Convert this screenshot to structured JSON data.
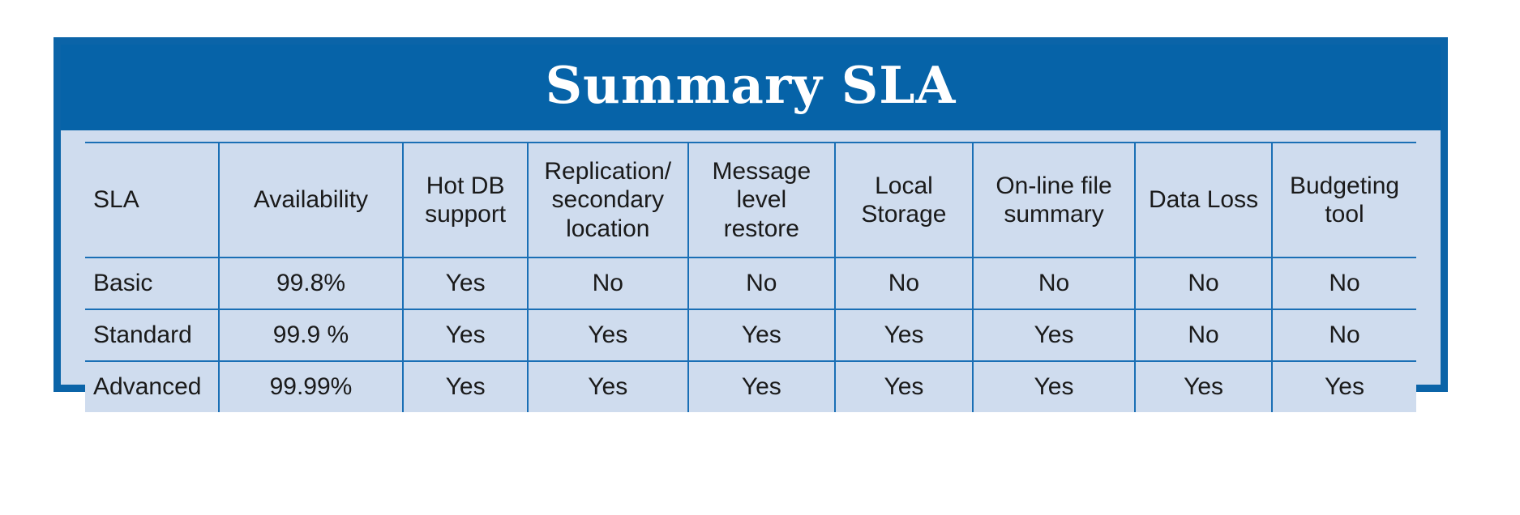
{
  "figure": {
    "title": "Summary SLA",
    "accent_color": "#0663a8",
    "frame_color": "#0b64a8",
    "panel_color": "#cfdcee",
    "grid_color": "#1a6fb5",
    "text_color": "#1a1a1a"
  },
  "table": {
    "headers": [
      "SLA",
      "Availability",
      "Hot DB support",
      "Replication/ secondary location",
      "Message level restore",
      "Local Storage",
      "On-line file summary",
      "Data Loss",
      "Budgeting tool"
    ],
    "rows": [
      {
        "sla": "Basic",
        "availability": "99.8%",
        "hot_db_support": "Yes",
        "replication_secondary_location": "No",
        "message_level_restore": "No",
        "local_storage": "No",
        "online_file_summary": "No",
        "data_loss": "No",
        "budgeting_tool": "No"
      },
      {
        "sla": "Standard",
        "availability": "99.9 %",
        "hot_db_support": "Yes",
        "replication_secondary_location": "Yes",
        "message_level_restore": "Yes",
        "local_storage": "Yes",
        "online_file_summary": "Yes",
        "data_loss": "No",
        "budgeting_tool": "No"
      },
      {
        "sla": "Advanced",
        "availability": "99.99%",
        "hot_db_support": "Yes",
        "replication_secondary_location": "Yes",
        "message_level_restore": "Yes",
        "local_storage": "Yes",
        "online_file_summary": "Yes",
        "data_loss": "Yes",
        "budgeting_tool": "Yes"
      }
    ]
  },
  "header_lines": {
    "h0": [
      "SLA"
    ],
    "h1": [
      "Availability"
    ],
    "h2": [
      "Hot DB",
      "support"
    ],
    "h3": [
      "Replication/",
      "secondary",
      "location"
    ],
    "h4": [
      "Message",
      "level",
      "restore"
    ],
    "h5": [
      "Local",
      "Storage"
    ],
    "h6": [
      "On-line file",
      "summary"
    ],
    "h7": [
      "Data Loss"
    ],
    "h8": [
      "Budgeting",
      "tool"
    ]
  }
}
